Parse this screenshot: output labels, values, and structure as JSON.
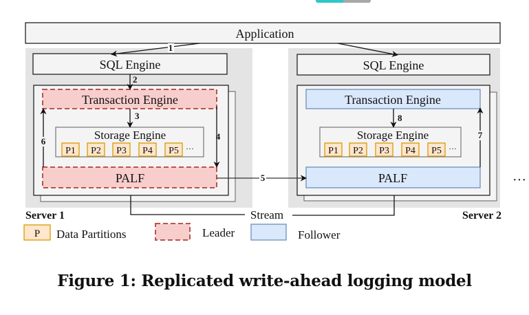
{
  "title": "Replicated write-ahead logging model",
  "caption": "Figure 1: Replicated write-ahead logging model",
  "application": {
    "label": "Application"
  },
  "servers": [
    {
      "name": "Server 1",
      "role": "leader",
      "sql_engine": "SQL Engine",
      "transaction_engine": "Transaction Engine",
      "storage_engine": "Storage Engine",
      "partitions": [
        "P1",
        "P2",
        "P3",
        "P4",
        "P5"
      ],
      "partitions_more": "···",
      "palf": "PALF"
    },
    {
      "name": "Server 2",
      "role": "follower",
      "sql_engine": "SQL Engine",
      "transaction_engine": "Transaction Engine",
      "storage_engine": "Storage Engine",
      "partitions": [
        "P1",
        "P2",
        "P3",
        "P4",
        "P5"
      ],
      "partitions_more": "···",
      "palf": "PALF"
    }
  ],
  "more_servers": "···",
  "stream": {
    "label": "Stream"
  },
  "steps": {
    "s1": "1",
    "s2": "2",
    "s3": "3",
    "s4": "4",
    "s5": "5",
    "s6": "6",
    "s7": "7",
    "s8": "8"
  },
  "legend": {
    "partition_symbol": "P",
    "partition_label": "Data Partitions",
    "leader_label": "Leader",
    "follower_label": "Follower"
  },
  "colors": {
    "server_bg": "#e4e4e4",
    "box_bg": "#f4f4f4",
    "leader_fill": "#f8cecc",
    "leader_stroke": "#b85450",
    "follower_fill": "#dae8fc",
    "follower_stroke": "#6c8ebf",
    "partition_fill": "#ffe6cc",
    "partition_stroke": "#d79b00"
  }
}
